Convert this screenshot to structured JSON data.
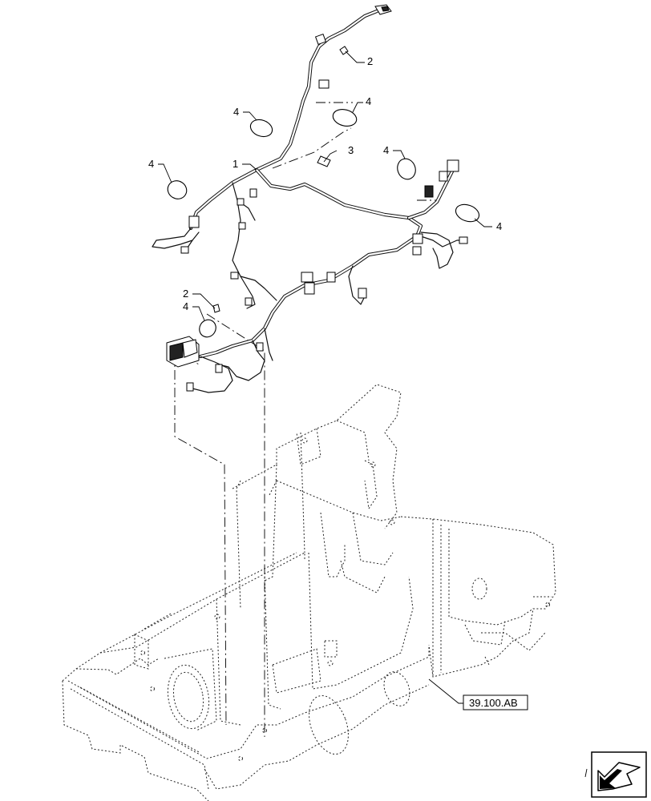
{
  "callouts": {
    "harness": "1",
    "clip_top": "2",
    "clip_left": "2",
    "connector": "3",
    "grommet_a": "4",
    "grommet_b": "4",
    "grommet_c": "4",
    "grommet_d": "4",
    "grommet_e": "4",
    "grommet_f": "4"
  },
  "reference": {
    "label": "39.100.AB"
  },
  "nav_icon": "arrow-icon",
  "colors": {
    "line": "#000000",
    "background": "#ffffff"
  }
}
